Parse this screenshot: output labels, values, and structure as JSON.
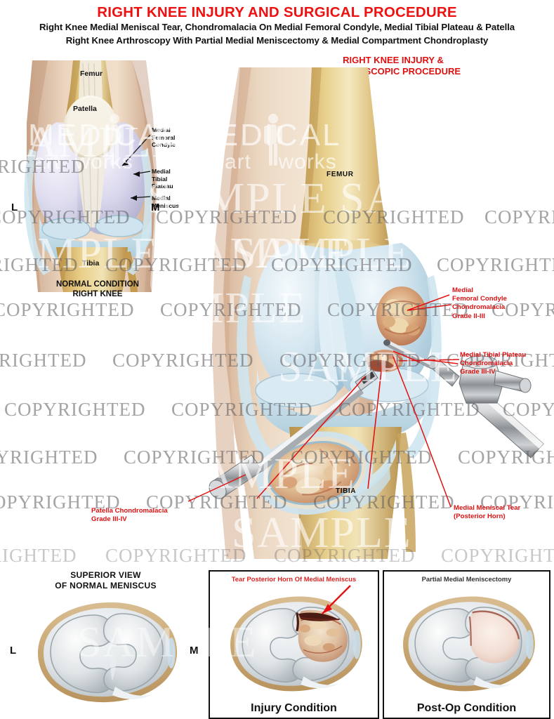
{
  "header": {
    "title": "RIGHT KNEE INJURY AND SURGICAL PROCEDURE",
    "subtitle_1": "Right Knee Medial Meniscal Tear, Chondromalacia On Medial Femoral Condyle, Medial Tibial Plateau & Patella",
    "subtitle_2": "Right Knee Arthroscopy With Partial Medial Meniscectomy & Medial Compartment Chondroplasty",
    "title_color": "#ee1111",
    "subtitle_color": "#111111"
  },
  "main_panel": {
    "title_line_1": "RIGHT KNEE INJURY &",
    "title_line_2": "ARTHROSCOPIC PROCEDURE",
    "title_color": "#dd1111",
    "bone_labels": [
      {
        "name": "femur",
        "text": "FEMUR"
      },
      {
        "name": "tibia",
        "text": "TIBIA"
      }
    ],
    "callouts": [
      {
        "name": "medial-femoral-condyle-chondromalacia",
        "lines": [
          "Medial",
          "Femoral Condyle",
          "Chondromalacia",
          "Grade II-III"
        ]
      },
      {
        "name": "medial-tibial-plateau-chondromalacia",
        "lines": [
          "Medial Tibial Plateau",
          "Chondromalacia",
          "Grade III-IV"
        ]
      },
      {
        "name": "patella-chondromalacia",
        "lines": [
          "Patella Chondromalacia",
          "Grade III-IV"
        ]
      },
      {
        "name": "medial-meniscal-tear",
        "lines": [
          "Medial Meniscal Tear",
          "(Posterior Horn)"
        ]
      }
    ]
  },
  "left_panel": {
    "caption_line_1": "NORMAL CONDITION",
    "caption_line_2": "RIGHT KNEE",
    "labels": [
      {
        "name": "femur",
        "text": "Femur"
      },
      {
        "name": "patella",
        "text": "Patella"
      },
      {
        "name": "tibia",
        "text": "Tibia"
      }
    ],
    "annotations": [
      {
        "name": "medial-femoral-condyle",
        "lines": [
          "Medial",
          "Femoral",
          "Condyle"
        ]
      },
      {
        "name": "medial-tibial-plateau",
        "lines": [
          "Medial",
          "Tibial",
          "Plateau"
        ]
      },
      {
        "name": "medial-meniscus",
        "lines": [
          "Medial",
          "Meniscus"
        ]
      }
    ],
    "side_marker_lateral": "L",
    "side_marker_medial": "M"
  },
  "bottom_panels": {
    "normal": {
      "caption_line_1": "SUPERIOR VIEW",
      "caption_line_2": "OF NORMAL MENISCUS",
      "side_marker_lateral": "L",
      "side_marker_medial": "M"
    },
    "injury": {
      "top_label": "Tear Posterior Horn Of Medial Meniscus",
      "bottom_label": "Injury Condition",
      "top_label_color": "#dd2222"
    },
    "postop": {
      "top_label": "Partial Medial Meniscectomy",
      "bottom_label": "Post-Op Condition",
      "top_label_color": "#333333"
    }
  },
  "watermarks": {
    "copyright_text": "COPYRIGHTED",
    "sample_text": "SAMPLE",
    "logo_big": "MEDICAL",
    "logo_small_1": "art",
    "logo_small_2": "works"
  }
}
